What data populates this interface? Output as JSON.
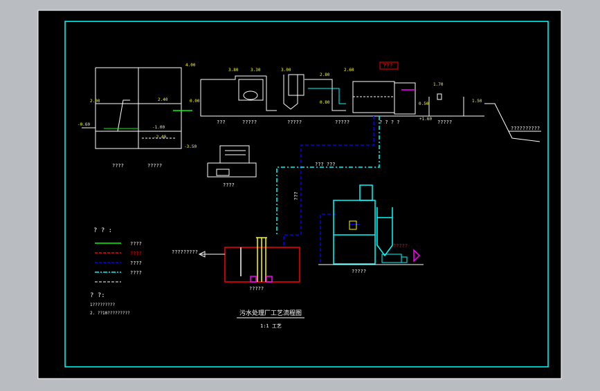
{
  "colors": {
    "background": "#000000",
    "frame": "#00ffff",
    "outer_border": "#ffffff",
    "text_white": "#ffffff",
    "level_yellow": "#ffff00",
    "level_green": "#00ff00",
    "sludge_line": "#0000ff",
    "return_line": "#00ffff",
    "tank_red": "#ff0000",
    "blower_magenta": "#ff00ff"
  },
  "process_labels": {
    "grid_well": "????",
    "pump_house": "?????",
    "label_a": "???",
    "label_b": "?????",
    "label_c": "?????",
    "label_d": "?????",
    "label_e": "? ? ? ?",
    "label_f": "?????",
    "blower_room": "????",
    "sludge_tank": "?????",
    "thickener": "?????",
    "sludge_truck": "?????",
    "outlet_note": "?????????",
    "vertical_note": "???",
    "pipe_label": "??? ???",
    "river": "??????????"
  },
  "alarm_box": "???",
  "elevations": {
    "e1": "4.00",
    "e2": "2.40",
    "e3": "2.00",
    "e4": "0.00",
    "e5": "-1.00",
    "e6": "-2.40",
    "e7": "-3.50",
    "e8": "3.80",
    "e9": "3.30",
    "e10": "3.00",
    "e11": "2.80",
    "e12": "2.60",
    "e13": "0.80",
    "e14": "0.50",
    "e15": "+1.60",
    "e16": "1.70",
    "e17": "1.50",
    "e18": "-0.60"
  },
  "legend": {
    "title": "? ? :",
    "items": [
      {
        "label": "????",
        "color": "#00ff00",
        "style": "solid"
      },
      {
        "label": "????",
        "color": "#ff0000",
        "style": "dashed"
      },
      {
        "label": "????",
        "color": "#0000ff",
        "style": "dashed"
      },
      {
        "label": "????",
        "color": "#00ffff",
        "style": "dashdot"
      },
      {
        "label": "????",
        "color": "#ffffff",
        "style": "dashed"
      }
    ]
  },
  "notes": {
    "title": "? ?:",
    "line1": "1?????????",
    "line2": "2. ??10?????????"
  },
  "drawing": {
    "title": "污水处理厂工艺流程图",
    "subtitle": "1:1 工艺"
  }
}
